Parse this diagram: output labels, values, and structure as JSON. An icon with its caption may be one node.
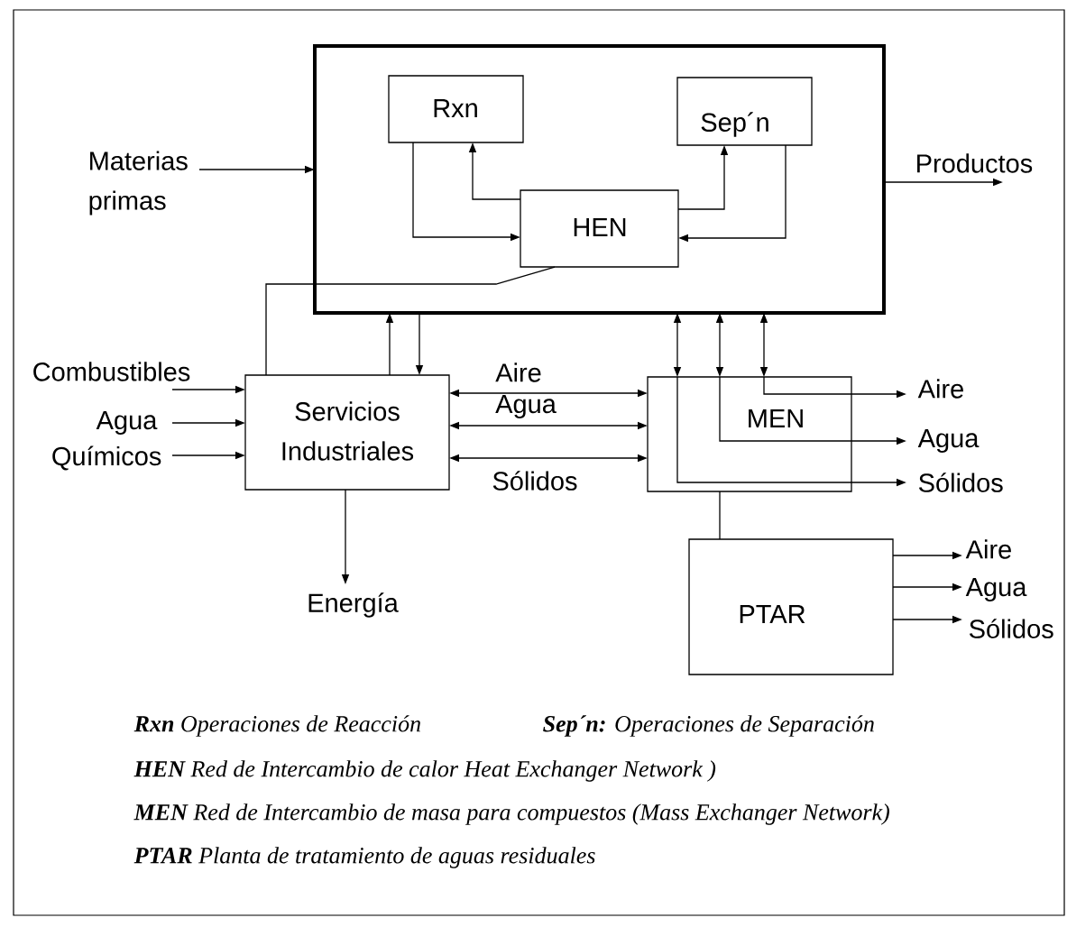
{
  "diagram": {
    "nodes": [
      {
        "text": [],
        "shape": "box"
      },
      {
        "text": [
          "Rxn"
        ],
        "in": 0
      },
      {
        "text": [
          "Sep´n"
        ],
        "in": 0
      },
      {
        "text": [
          "HEN"
        ],
        "in": 0
      },
      {
        "text": [
          "Materias primas"
        ]
      },
      {
        "text": [
          "Productos"
        ]
      },
      {
        "text": [
          "Servicios Industriales"
        ]
      },
      {
        "text": [
          "MEN"
        ]
      },
      {
        "text": [
          "PTAR"
        ]
      },
      {
        "text": [
          "Combustibles"
        ]
      },
      {
        "text": [
          "Agua"
        ]
      },
      {
        "text": [
          "Químicos"
        ]
      },
      {
        "text": [
          "Energía"
        ]
      },
      {
        "text": [
          "Aire"
        ]
      },
      {
        "text": [
          "Agua"
        ]
      },
      {
        "text": [
          "Sólidos"
        ]
      },
      {
        "text": [
          "Aire"
        ]
      },
      {
        "text": [
          "Agua"
        ]
      },
      {
        "text": [
          "Sólidos"
        ]
      }
    ],
    "edges": [
      {
        "from": 4,
        "to": 0,
        "arrow": "to"
      },
      {
        "from": 0,
        "to": 5,
        "arrow": "to"
      },
      {
        "from": 3,
        "to": 1,
        "arrow": "to"
      },
      {
        "from": 1,
        "to": 3,
        "arrow": "to"
      },
      {
        "from": 3,
        "to": 2,
        "arrow": "to"
      },
      {
        "from": 2,
        "to": 3,
        "arrow": "to"
      },
      {
        "from": 3,
        "to": 6,
        "arrow": "none"
      },
      {
        "from": 6,
        "to": 0,
        "arrow": "to"
      },
      {
        "from": 0,
        "to": 6,
        "arrow": "to"
      },
      {
        "from": 0,
        "to": 7,
        "arrow": "both"
      },
      {
        "from": 0,
        "to": 7,
        "arrow": "both"
      },
      {
        "from": 0,
        "to": 7,
        "arrow": "both"
      },
      {
        "from": 6,
        "to": 7,
        "arrow": "both",
        "label": "Aire"
      },
      {
        "from": 6,
        "to": 7,
        "arrow": "both",
        "label": "Agua"
      },
      {
        "from": 6,
        "to": 7,
        "arrow": "both",
        "label": "Sólidos"
      },
      {
        "from": 9,
        "to": 6,
        "arrow": "to"
      },
      {
        "from": 10,
        "to": 6,
        "arrow": "to"
      },
      {
        "from": 11,
        "to": 6,
        "arrow": "to"
      },
      {
        "from": 6,
        "to": 12,
        "arrow": "to"
      },
      {
        "from": 7,
        "to": 13,
        "arrow": "to"
      },
      {
        "from": 7,
        "to": 14,
        "arrow": "to"
      },
      {
        "from": 7,
        "to": 15,
        "arrow": "to"
      },
      {
        "from": 7,
        "to": 8,
        "arrow": "none"
      },
      {
        "from": 8,
        "to": 16,
        "arrow": "to"
      },
      {
        "from": 8,
        "to": 17,
        "arrow": "to"
      },
      {
        "from": 8,
        "to": 18,
        "arrow": "to"
      }
    ],
    "labels": [
      "**Rxn** Operaciones de Reacción",
      "**Sep´n:** Operaciones de Separación",
      "**HEN** Red de Intercambio de calor Heat Exchanger Network )",
      "**MEN** Red de Intercambio de masa para compuestos (Mass Exchanger Network)",
      "**PTAR** Planta de tratamiento de aguas residuales"
    ]
  }
}
